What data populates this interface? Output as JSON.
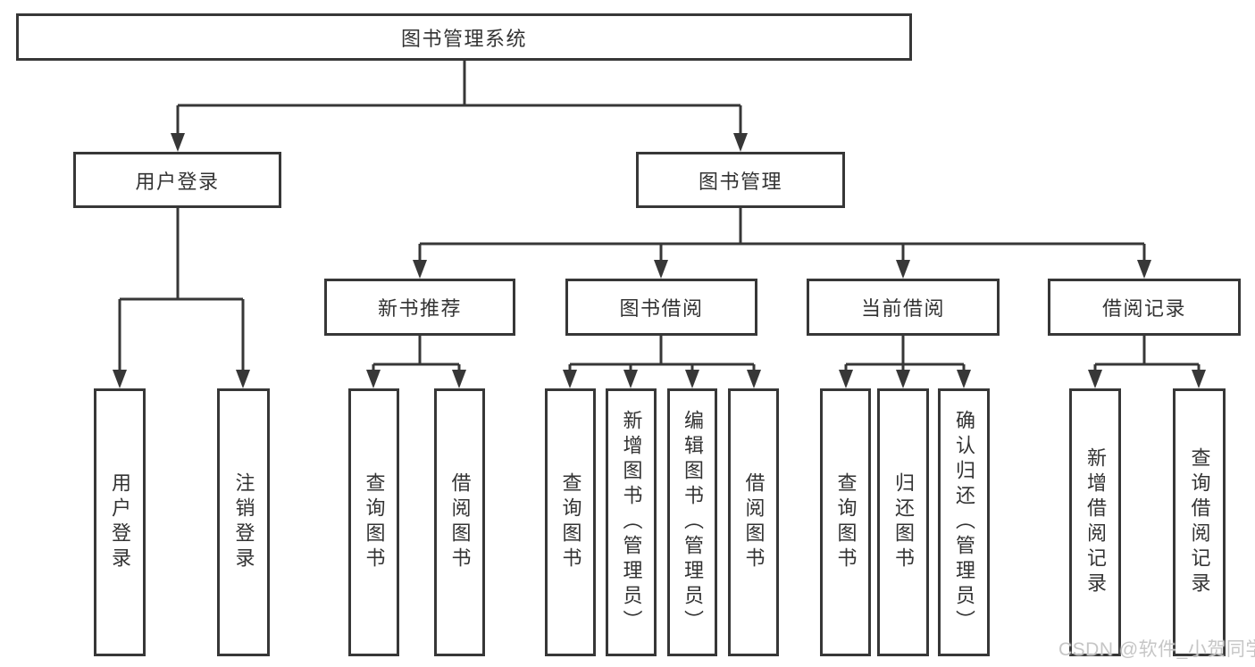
{
  "diagram": {
    "title": "图书管理系统",
    "root": {
      "label": "图书管理系统"
    },
    "level2": [
      {
        "label": "用户登录"
      },
      {
        "label": "图书管理"
      }
    ],
    "level3": [
      {
        "label": "新书推荐"
      },
      {
        "label": "图书借阅"
      },
      {
        "label": "当前借阅"
      },
      {
        "label": "借阅记录"
      }
    ],
    "leaves": [
      {
        "label": "用户登录"
      },
      {
        "label": "注销登录"
      },
      {
        "label": "查询图书"
      },
      {
        "label": "借阅图书"
      },
      {
        "label": "查询图书"
      },
      {
        "label": "新增图书（管理员）"
      },
      {
        "label": "编辑图书（管理员）"
      },
      {
        "label": "借阅图书"
      },
      {
        "label": "查询图书"
      },
      {
        "label": "归还图书"
      },
      {
        "label": "确认归还（管理员）"
      },
      {
        "label": "新增借阅记录"
      },
      {
        "label": "查询借阅记录"
      }
    ]
  },
  "watermark": {
    "text": "CSDN @软件_小贺同学"
  },
  "colors": {
    "line": "#373737",
    "text": "#333333",
    "watermark": "#c6c6c6",
    "background": "#ffffff"
  }
}
